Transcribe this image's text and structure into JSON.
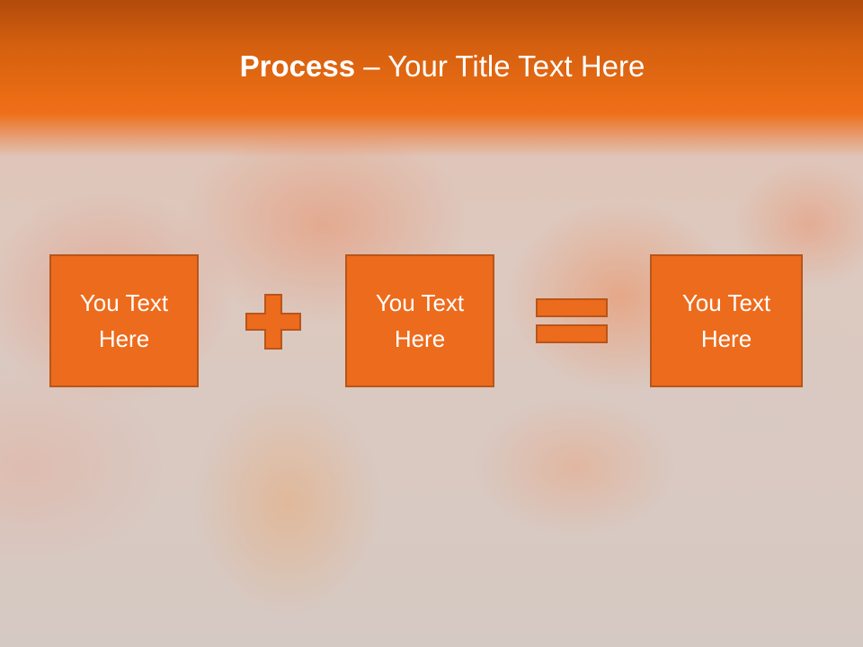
{
  "slide": {
    "title_bold": "Process",
    "title_rest": " – Your Title Text Here",
    "boxes": [
      {
        "text": "You Text Here"
      },
      {
        "text": "You Text Here"
      },
      {
        "text": "You Text Here"
      }
    ],
    "operators": [
      "plus-icon",
      "equals-icon"
    ]
  },
  "colors": {
    "accent": "#ed6b1d",
    "accent_border": "#b8551a",
    "title_band": "#e0650f",
    "text_on_accent": "#ffffff"
  }
}
